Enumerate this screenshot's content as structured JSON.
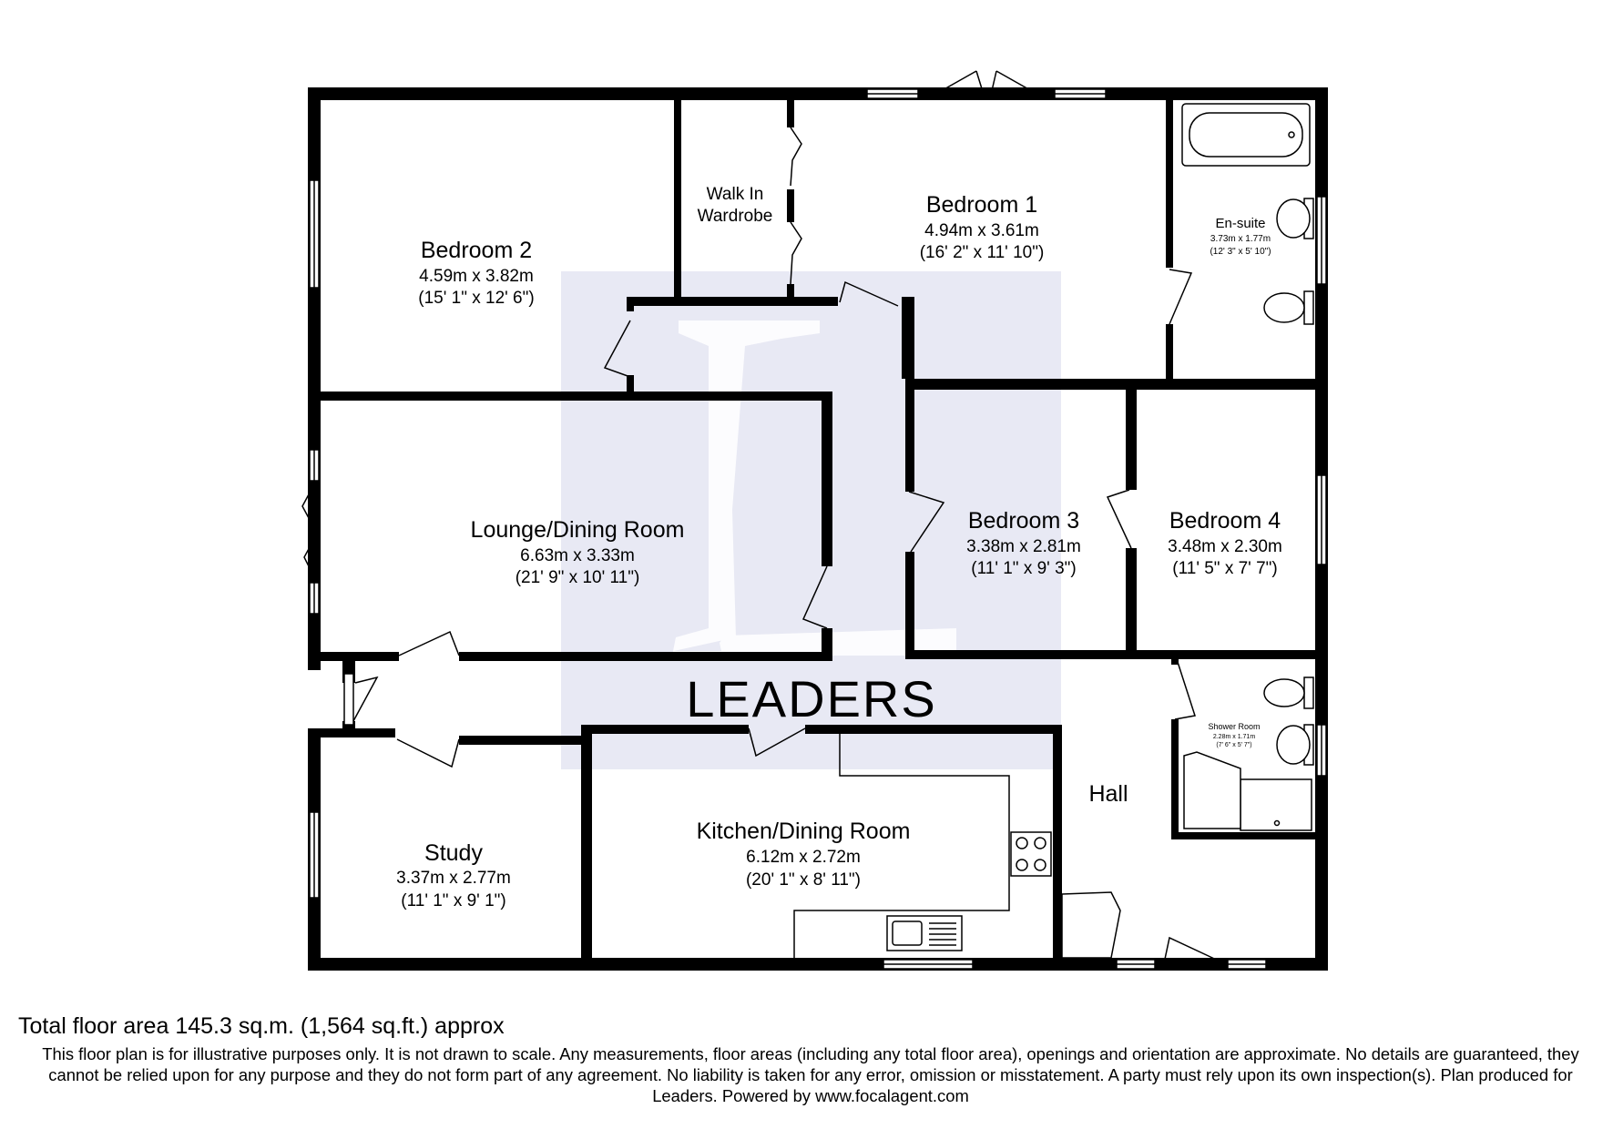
{
  "watermark": {
    "text": "LEADERS",
    "letter": "L",
    "color": "#e8e9f4"
  },
  "colors": {
    "wall": "#000000",
    "background": "#ffffff"
  },
  "rooms": {
    "bedroom2": {
      "name": "Bedroom 2",
      "metric": "4.59m x 3.82m",
      "imperial": "(15' 1\" x 12' 6\")"
    },
    "walk_in_wardrobe": {
      "line1": "Walk In",
      "line2": "Wardrobe"
    },
    "bedroom1": {
      "name": "Bedroom 1",
      "metric": "4.94m x 3.61m",
      "imperial": "(16' 2\" x 11' 10\")"
    },
    "ensuite": {
      "name": "En-suite",
      "metric": "3.73m x 1.77m",
      "imperial": "(12' 3\" x 5' 10\")"
    },
    "lounge": {
      "name": "Lounge/Dining Room",
      "metric": "6.63m x 3.33m",
      "imperial": "(21' 9\" x 10' 11\")"
    },
    "bedroom3": {
      "name": "Bedroom 3",
      "metric": "3.38m x 2.81m",
      "imperial": "(11' 1\" x 9' 3\")"
    },
    "bedroom4": {
      "name": "Bedroom 4",
      "metric": "3.48m x 2.30m",
      "imperial": "(11' 5\" x 7' 7\")"
    },
    "shower_room": {
      "name": "Shower Room",
      "metric": "2.28m x 1.71m",
      "imperial": "(7' 6\" x 5' 7\")"
    },
    "hall": {
      "name": "Hall"
    },
    "study": {
      "name": "Study",
      "metric": "3.37m x 2.77m",
      "imperial": "(11' 1\" x 9' 1\")"
    },
    "kitchen": {
      "name": "Kitchen/Dining Room",
      "metric": "6.12m x 2.72m",
      "imperial": "(20' 1\" x 8' 11\")"
    }
  },
  "footer": {
    "total_area": "Total floor area 145.3 sq.m. (1,564 sq.ft.) approx",
    "disclaimer": "This floor plan is for illustrative purposes only. It is not drawn to scale. Any measurements, floor areas (including any total floor area), openings and orientation are approximate. No details are guaranteed, they cannot be relied upon for any purpose and they do not form part of any agreement. No liability is taken for any error, omission or misstatement. A party must rely upon its own inspection(s). Plan produced for Leaders. Powered by www.focalagent.com"
  }
}
